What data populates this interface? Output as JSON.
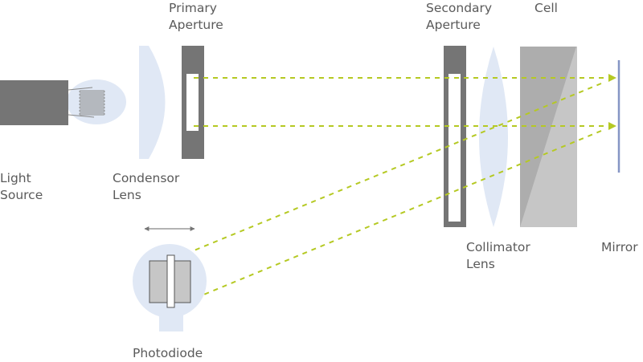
{
  "labels": {
    "light_source": [
      "Light",
      "Source"
    ],
    "condensor_lens": [
      "Condensor",
      "Lens"
    ],
    "primary_aperture": [
      "Primary",
      "Aperture"
    ],
    "secondary_aperture": [
      "Secondary",
      "Aperture"
    ],
    "cell": "Cell",
    "collimator_lens": [
      "Collimator",
      "Lens"
    ],
    "mirror": "Mirror",
    "photodiode": "Photodiode"
  },
  "colors": {
    "beam": "#b5c923",
    "dark_gray": "#757575",
    "lens": "#e0e8f5",
    "cell_dark": "#adadad",
    "cell_light": "#c6c6c6",
    "mirror": "#8595c5",
    "text": "#5a5a5a"
  }
}
